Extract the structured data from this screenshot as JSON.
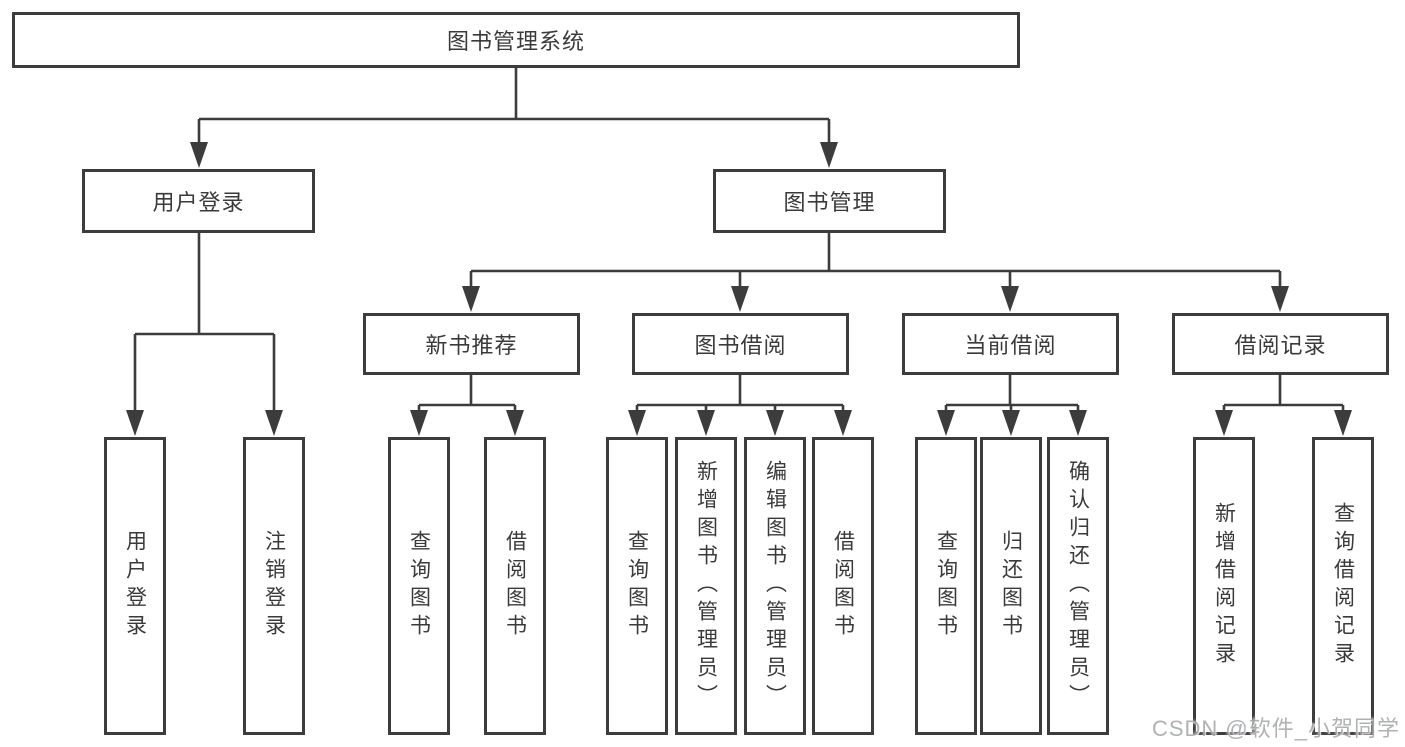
{
  "diagram_title": "图书管理系统",
  "nodes": {
    "root": "图书管理系统",
    "user_login": "用户登录",
    "book_management": "图书管理",
    "new_book_recommend": "新书推荐",
    "book_borrowing": "图书借阅",
    "current_borrowing": "当前借阅",
    "borrowing_records": "借阅记录",
    "leaf_user_login": "用户登录",
    "leaf_logout_login": "注销登录",
    "leaf_query_books_recommend": "查询图书",
    "leaf_borrow_books_recommend": "借阅图书",
    "leaf_query_books_borrowing": "查询图书",
    "leaf_add_books_admin": "新增图书（管理员）",
    "leaf_edit_books_admin": "编辑图书（管理员）",
    "leaf_borrow_books_borrowing": "借阅图书",
    "leaf_query_books_current": "查询图书",
    "leaf_return_books": "归还图书",
    "leaf_confirm_return_admin": "确认归还（管理员）",
    "leaf_add_borrow_record": "新增借阅记录",
    "leaf_query_borrow_record": "查询借阅记录"
  },
  "hierarchy": {
    "root": "图书管理系统",
    "children": [
      {
        "label": "用户登录",
        "children": [
          "用户登录",
          "注销登录"
        ]
      },
      {
        "label": "图书管理",
        "children": [
          {
            "label": "新书推荐",
            "children": [
              "查询图书",
              "借阅图书"
            ]
          },
          {
            "label": "图书借阅",
            "children": [
              "查询图书",
              "新增图书（管理员）",
              "编辑图书（管理员）",
              "借阅图书"
            ]
          },
          {
            "label": "当前借阅",
            "children": [
              "查询图书",
              "归还图书",
              "确认归还（管理员）"
            ]
          },
          {
            "label": "借阅记录",
            "children": [
              "新增借阅记录",
              "查询借阅记录"
            ]
          }
        ]
      }
    ]
  },
  "watermark": "CSDN @软件_小贺同学",
  "colors": {
    "line": "#3c3c3c",
    "text": "#3a3a3a",
    "box_background": "#ffffff",
    "page_background": "#ffffff",
    "watermark_text": "#a9abad"
  }
}
